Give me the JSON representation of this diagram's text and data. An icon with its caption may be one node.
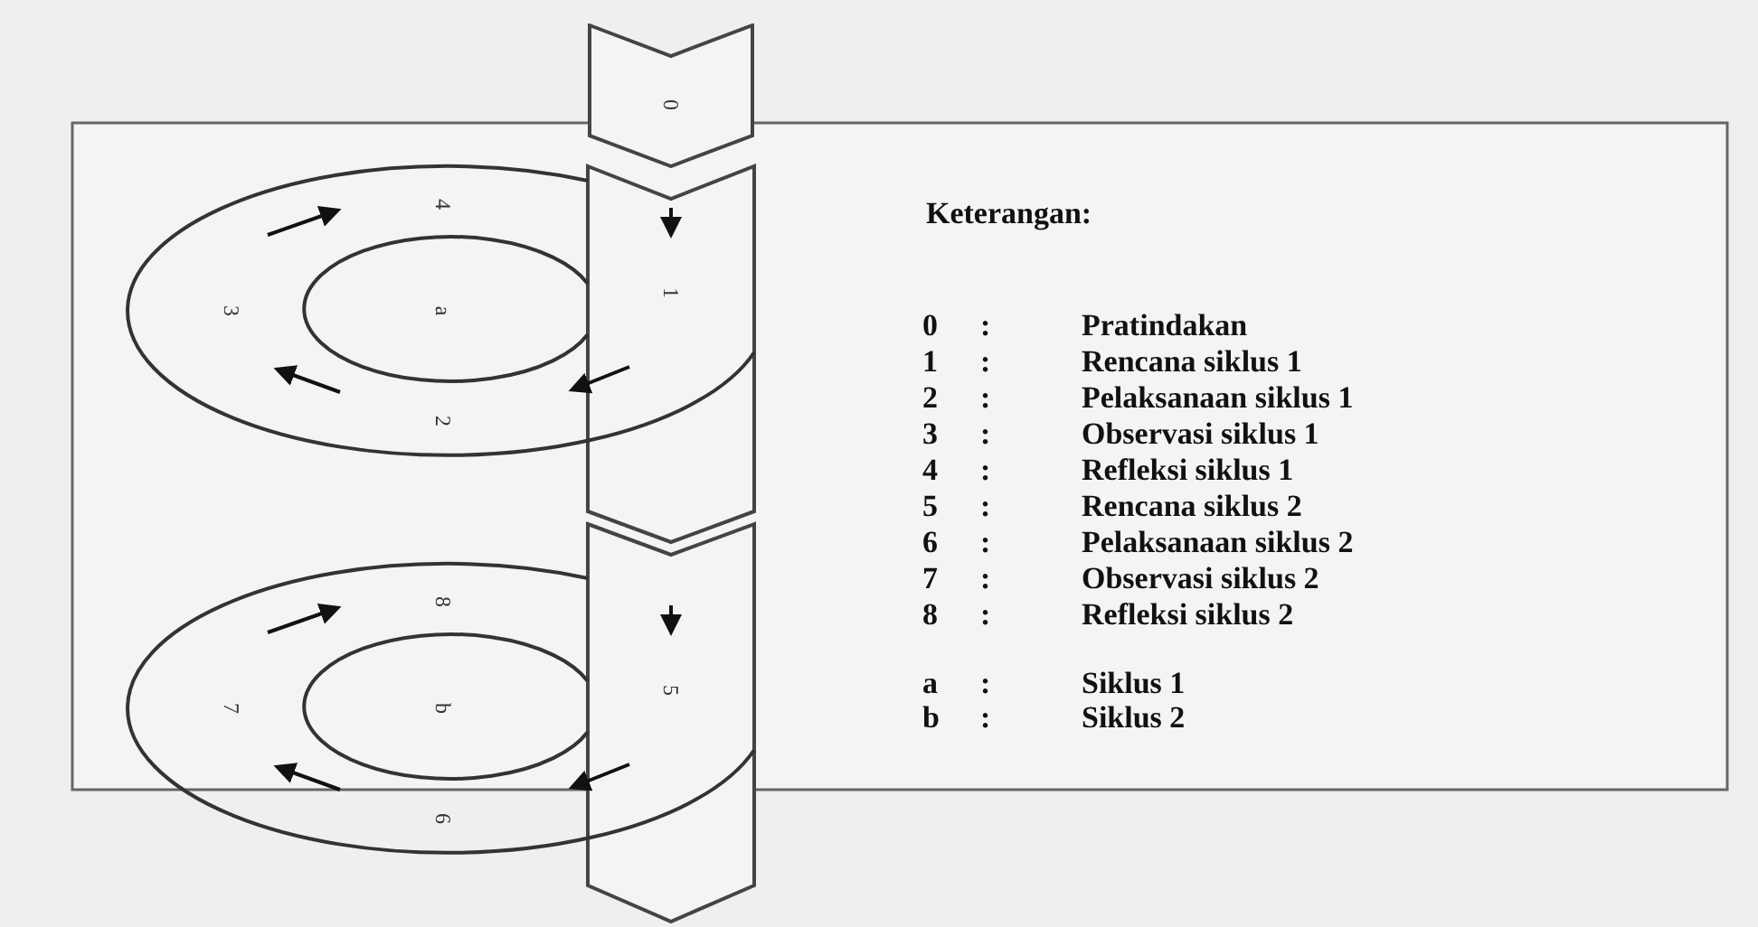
{
  "diagram": {
    "nodes": [
      {
        "text": [
          "0"
        ]
      }
    ],
    "labels": [
      "1",
      "2",
      "3",
      "4",
      "a",
      "5",
      "6",
      "7",
      "8",
      "b",
      "Keterangan:",
      "0",
      ":",
      "Pratindakan",
      "1",
      ":",
      "Rencana siklus 1",
      "2",
      ":",
      "Pelaksanaan siklus 1",
      "3",
      ":",
      "Observasi siklus 1",
      "4",
      ":",
      "Refleksi siklus 1",
      "5",
      ":",
      "Rencana siklus 2",
      "6",
      ":",
      "Pelaksanaan siklus 2",
      "7",
      ":",
      "Observasi siklus 2",
      "8",
      ":",
      "Refleksi siklus 2",
      "a",
      ":",
      "Siklus 1",
      "b",
      ":",
      "Siklus 2"
    ]
  }
}
